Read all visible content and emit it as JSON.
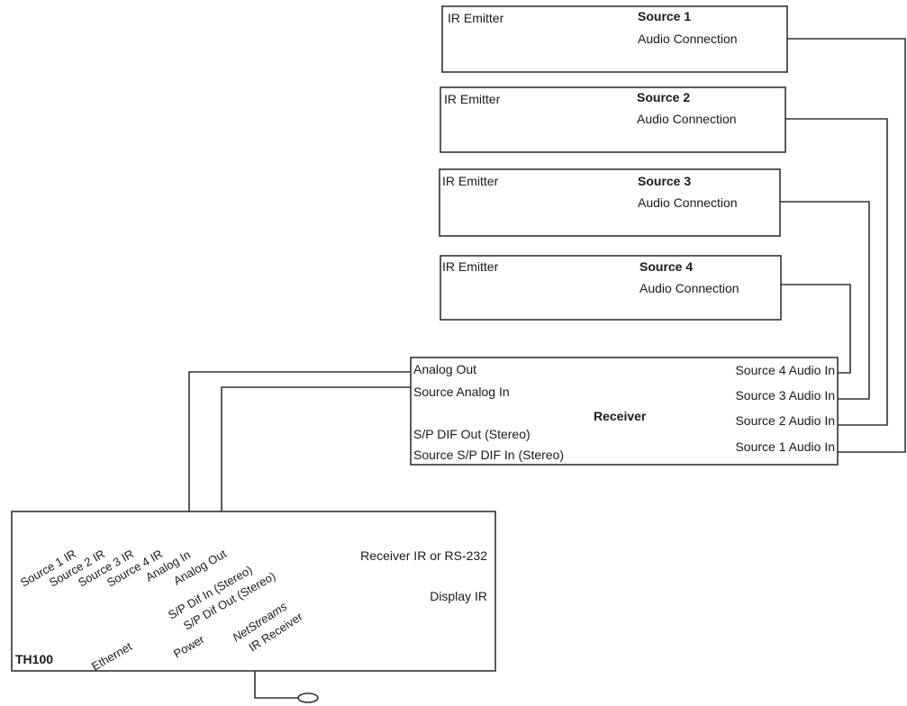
{
  "sources": [
    {
      "emitter_label": "IR Emitter",
      "name": "Source 1",
      "audio_label": "Audio Connection"
    },
    {
      "emitter_label": "IR Emitter",
      "name": "Source 2",
      "audio_label": "Audio Connection"
    },
    {
      "emitter_label": "IR Emitter",
      "name": "Source 3",
      "audio_label": "Audio Connection"
    },
    {
      "emitter_label": "IR Emitter",
      "name": "Source 4",
      "audio_label": "Audio Connection"
    }
  ],
  "receiver": {
    "name": "Receiver",
    "left_ports": [
      "Analog Out",
      "Source Analog In",
      "S/P DIF Out (Stereo)",
      "Source S/P DIF In (Stereo)"
    ],
    "right_ports": [
      "Source 4 Audio In",
      "Source 3 Audio In",
      "Source 2 Audio In",
      "Source 1 Audio In"
    ]
  },
  "th100": {
    "name": "TH100",
    "rotated_ports": [
      "Source 1 IR",
      "Source 2 IR",
      "Source 3 IR",
      "Source 4 IR",
      "Analog In",
      "Analog Out",
      "S/P Dif In (Stereo)",
      "S/P Dif Out (Stereo)"
    ],
    "right_labels": [
      "Receiver IR or RS-232",
      "Display IR"
    ],
    "bottom_ports": [
      "Ethernet",
      "Power"
    ],
    "ir_receiver_line1": "NetStreams",
    "ir_receiver_line2": "IR Receiver"
  }
}
